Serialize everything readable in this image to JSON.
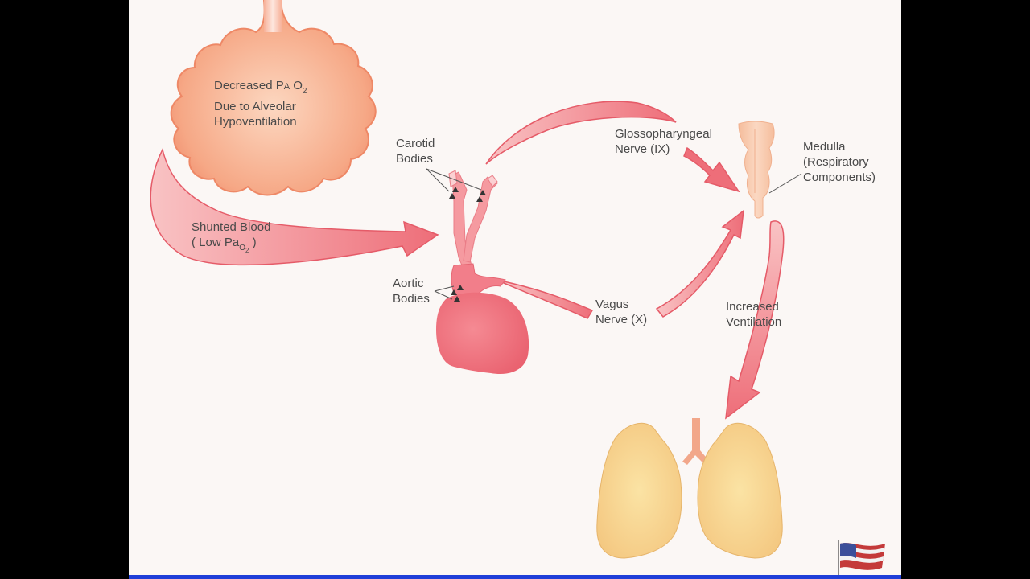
{
  "labels": {
    "alveolus": {
      "line1_prefix": "Decreased P",
      "line1_smallcap": "A",
      "line1_sub_main": "O",
      "line1_sub_index": "2",
      "line2": "Due to Alveolar",
      "line3": "Hypoventilation"
    },
    "shunted_blood": {
      "line1": "Shunted Blood",
      "line2_prefix": "( Low Pa",
      "line2_sub_main": "O",
      "line2_sub_index": "2",
      "line2_suffix": " )"
    },
    "carotid": {
      "line1": "Carotid",
      "line2": "Bodies"
    },
    "aortic": {
      "line1": "Aortic",
      "line2": "Bodies"
    },
    "glossopharyngeal": {
      "line1": "Glossopharyngeal",
      "line2": "Nerve (IX)"
    },
    "vagus": {
      "line1": "Vagus",
      "line2": "Nerve (X)"
    },
    "medulla": {
      "line1": "Medulla",
      "line2": "(Respiratory",
      "line3": "Components)"
    },
    "ventilation": {
      "line1": "Increased",
      "line2": "Ventilation"
    }
  },
  "colors": {
    "slide_background": "#fbf7f5",
    "frame": "#000000",
    "arrow": "#ef7a82",
    "alveolus": "#f4a07a",
    "heart": "#ef6a78",
    "medulla": "#f7c9ab",
    "lungs": "#f6d48c",
    "bottom_bar": "#1f3fd8",
    "text": "#4a4a4a"
  },
  "icons": [
    "flag-icon",
    "chemoreceptor-triangle-icon"
  ]
}
